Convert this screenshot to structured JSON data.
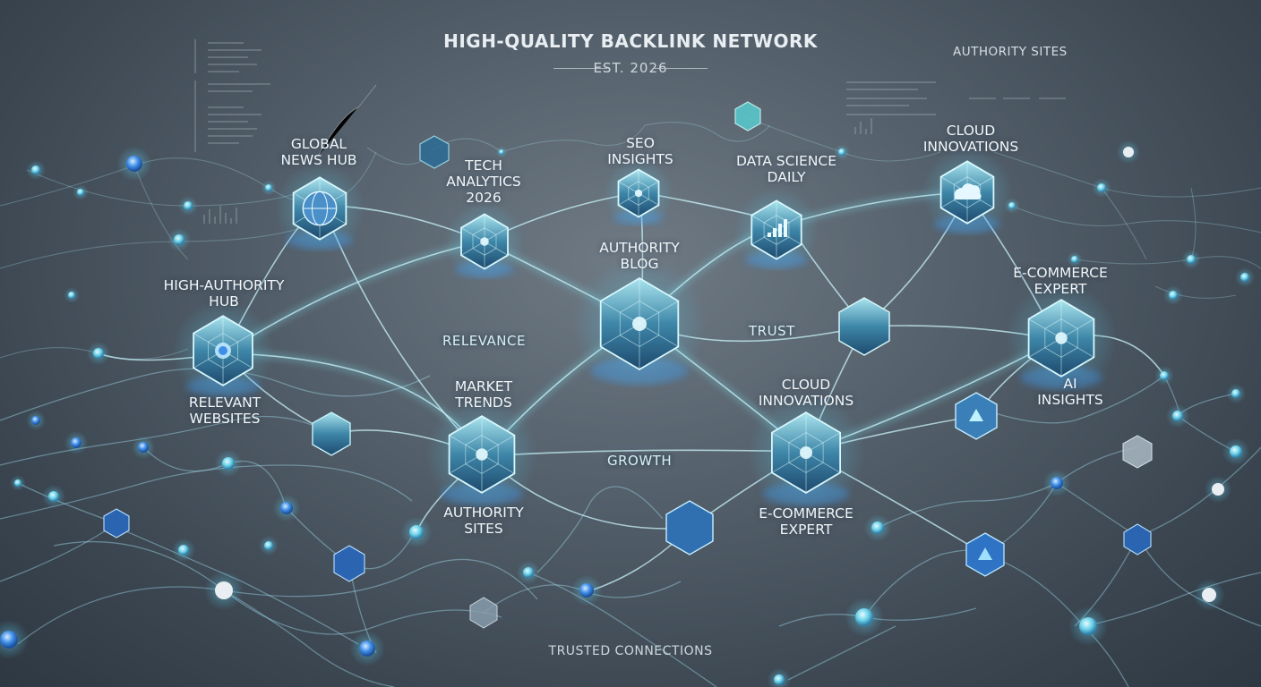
{
  "header": {
    "title": "HIGH-QUALITY BACKLINK NETWORK",
    "subtitle": "EST. 2026",
    "corner_label": "AUTHORITY SITES",
    "footer": "TRUSTED CONNECTIONS"
  },
  "nodes": [
    {
      "id": "global-news-hub",
      "lines": [
        "GLOBAL",
        "NEWS HUB"
      ],
      "icon": "globe-icon"
    },
    {
      "id": "tech-analytics-2026",
      "lines": [
        "TECH",
        "ANALYTICS",
        "2026"
      ],
      "icon": "gem-icon"
    },
    {
      "id": "seo-insights",
      "lines": [
        "SEO",
        "INSIGHTS"
      ],
      "icon": "gem-icon"
    },
    {
      "id": "data-science-daily",
      "lines": [
        "DATA SCIENCE",
        "DAILY"
      ],
      "icon": "bar-chart-icon"
    },
    {
      "id": "cloud-innovations-top",
      "lines": [
        "CLOUD",
        "INNOVATIONS"
      ],
      "icon": "cloud-icon"
    },
    {
      "id": "high-authority-hub",
      "lines": [
        "HIGH-AUTHORITY",
        "HUB"
      ],
      "icon": "target-icon"
    },
    {
      "id": "authority-blog",
      "lines": [
        "AUTHORITY",
        "BLOG"
      ],
      "icon": "gem-icon"
    },
    {
      "id": "e-commerce-expert-right",
      "lines": [
        "E-COMMERCE",
        "EXPERT"
      ],
      "icon": "gem-icon"
    },
    {
      "id": "relevant-websites",
      "lines": [
        "RELEVANT",
        "WEBSITES"
      ],
      "icon": "gem-icon"
    },
    {
      "id": "market-trends",
      "lines": [
        "MARKET",
        "TRENDS"
      ],
      "icon": "gem-icon"
    },
    {
      "id": "cloud-innovations-center",
      "lines": [
        "CLOUD",
        "INNOVATIONS"
      ],
      "icon": "gem-icon"
    },
    {
      "id": "ai-insights",
      "lines": [
        "AI",
        "INSIGHTS"
      ],
      "icon": "triangle-icon"
    },
    {
      "id": "authority-sites",
      "lines": [
        "AUTHORITY",
        "SITES"
      ],
      "icon": "gem-icon"
    },
    {
      "id": "e-commerce-expert-bottom",
      "lines": [
        "E-COMMERCE",
        "EXPERT"
      ],
      "icon": "gem-icon"
    }
  ],
  "keywords": [
    "RELEVANCE",
    "TRUST",
    "GROWTH"
  ],
  "colors": {
    "glow": "#7fe6f0",
    "node_fill": "#2f6f9a",
    "accent": "#4aa8ff",
    "background": "#56626d"
  }
}
